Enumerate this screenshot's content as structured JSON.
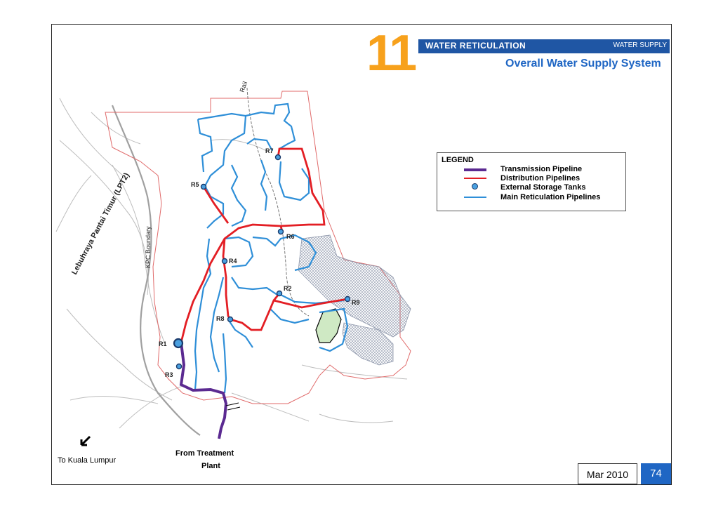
{
  "header": {
    "chapter_number": "11",
    "title": "WATER RETICULATION",
    "section": "WATER SUPPLY",
    "subtitle": "Overall Water Supply System"
  },
  "legend": {
    "title": "LEGEND",
    "items": [
      {
        "label": "Transmission Pipeline",
        "symbol": "thick-line",
        "color": "#5b2a91"
      },
      {
        "label": "Distribution Pipelines",
        "symbol": "line",
        "color": "#e31e24"
      },
      {
        "label": "External Storage Tanks",
        "symbol": "circle",
        "color": "#4a90d9"
      },
      {
        "label": "Main Reticulation Pipelines",
        "symbol": "line",
        "color": "#2f8fd8"
      }
    ]
  },
  "map_labels": {
    "road": "Lebuhraya Pantai Timur (LPT2)",
    "boundary": "KPC Boundary",
    "rail": "Rail",
    "to_city": "To Kuala Lumpur",
    "from_plant_line1": "From Treatment",
    "from_plant_line2": "Plant"
  },
  "tanks": [
    {
      "id": "R1"
    },
    {
      "id": "R2"
    },
    {
      "id": "R3"
    },
    {
      "id": "R4"
    },
    {
      "id": "R5"
    },
    {
      "id": "R6"
    },
    {
      "id": "R7"
    },
    {
      "id": "R8"
    },
    {
      "id": "R9"
    }
  ],
  "colors": {
    "transmission": "#5b2a91",
    "distribution": "#e31e24",
    "reticulation": "#2f8fd8",
    "boundary": "#e06a6a",
    "roads": "#b8b8b8",
    "port": "#9aa3b5",
    "accent_orange": "#f7a11c",
    "accent_blue": "#1f66c4"
  },
  "footer": {
    "date": "Mar 2010",
    "page": "74"
  }
}
